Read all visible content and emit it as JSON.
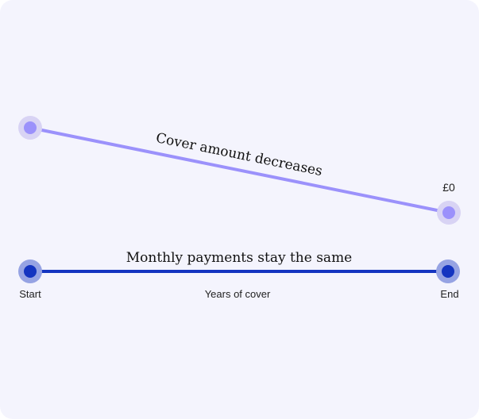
{
  "decreasing_line": {
    "label": "Cover amount decreases",
    "end_value": "£0",
    "color": "#9b91fb",
    "halo_color": "#d8d3f4"
  },
  "level_line": {
    "label": "Monthly payments stay the same",
    "color": "#1434c0",
    "halo_color": "#96a3e3"
  },
  "axis": {
    "start_label": "Start",
    "middle_label": "Years of cover",
    "end_label": "End"
  }
}
